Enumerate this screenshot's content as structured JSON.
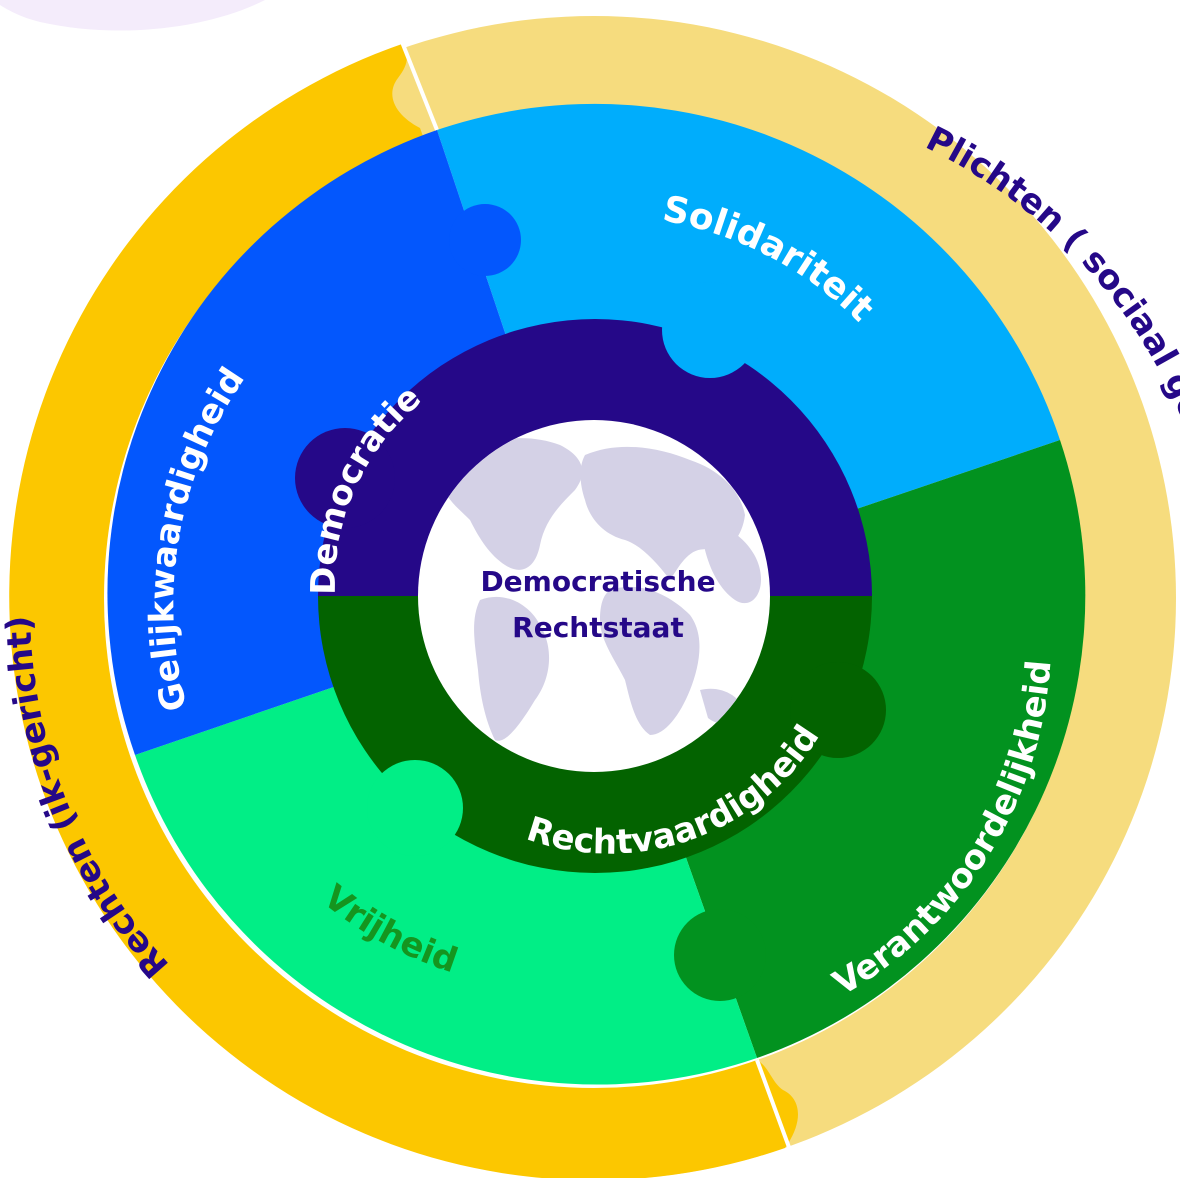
{
  "outer_ring": {
    "left_label": "Rechten (ik-gericht)",
    "right_label": "Plichten ( sociaal gericht)"
  },
  "segments": {
    "top_left": "Gelijkwaardigheid",
    "top_right": "Solidariteit",
    "bottom_right": "Verantwoordelijkheid",
    "bottom_left": "Vrijheid"
  },
  "inner_ring": {
    "top_label": "Democratie",
    "bottom_label": "Rechtvaardigheid"
  },
  "center": {
    "line1": "Democratische",
    "line2": "Rechtstaat",
    "icon": "globe-icon"
  },
  "colors": {
    "rechten_ring": "#fcc700",
    "plichten_ring": "#f6dc7e",
    "gelijkwaardigheid": "#0357fd",
    "solidariteit": "#00adfc",
    "verantwoordelijkheid": "#02921f",
    "vrijheid": "#01ee86",
    "democratie": "#250888",
    "rechtvaardigheid": "#036300",
    "center_fill": "#ffffff",
    "globe_land": "#d4d1e6",
    "center_text": "#250888",
    "outer_label_text": "#250888",
    "vrijheid_text": "#15951f",
    "light_label_text": "#ffffff"
  }
}
